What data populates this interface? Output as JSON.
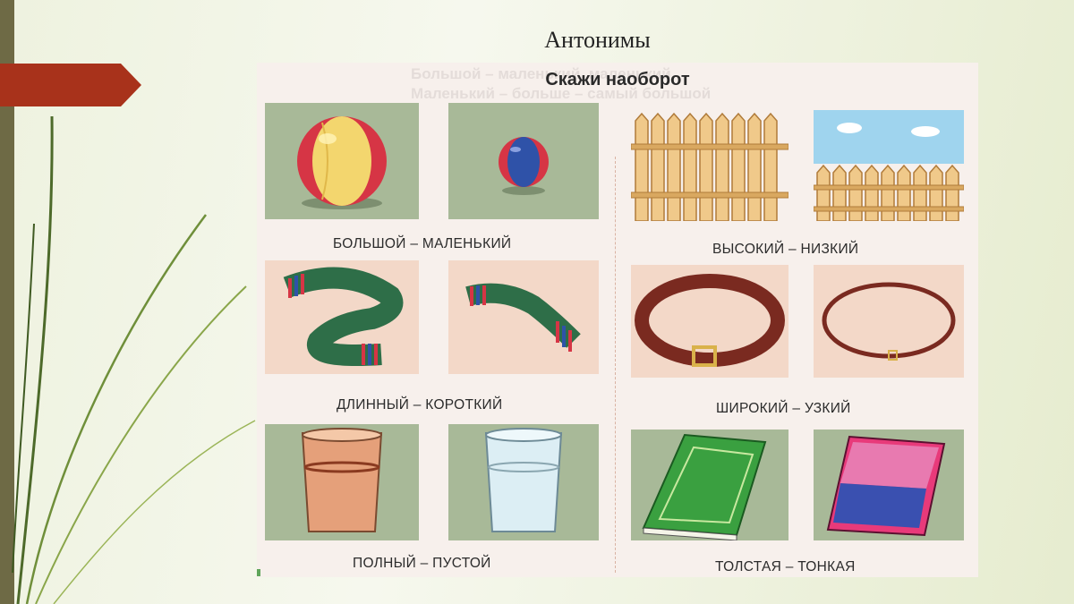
{
  "slide": {
    "title": "Антонимы"
  },
  "panel": {
    "heading": "Скажи наоборот",
    "ghost_line_1": "Большой – маленький, маленький",
    "ghost_line_2": "Маленький – больше – самый большой"
  },
  "pairs": [
    {
      "caption": "БОЛЬШОЙ – МАЛЕНЬКИЙ"
    },
    {
      "caption": "ВЫСОКИЙ – НИЗКИЙ"
    },
    {
      "caption": "ДЛИННЫЙ – КОРОТКИЙ"
    },
    {
      "caption": "ШИРОКИЙ – УЗКИЙ"
    },
    {
      "caption": "ПОЛНЫЙ – ПУСТОЙ"
    },
    {
      "caption": "ТОЛСТАЯ – ТОНКАЯ"
    }
  ],
  "colors": {
    "accent_arrow": "#a8321b",
    "left_bar": "#6e6a45",
    "card_green": "#a9b99a",
    "card_pink": "#f3d8c8"
  }
}
